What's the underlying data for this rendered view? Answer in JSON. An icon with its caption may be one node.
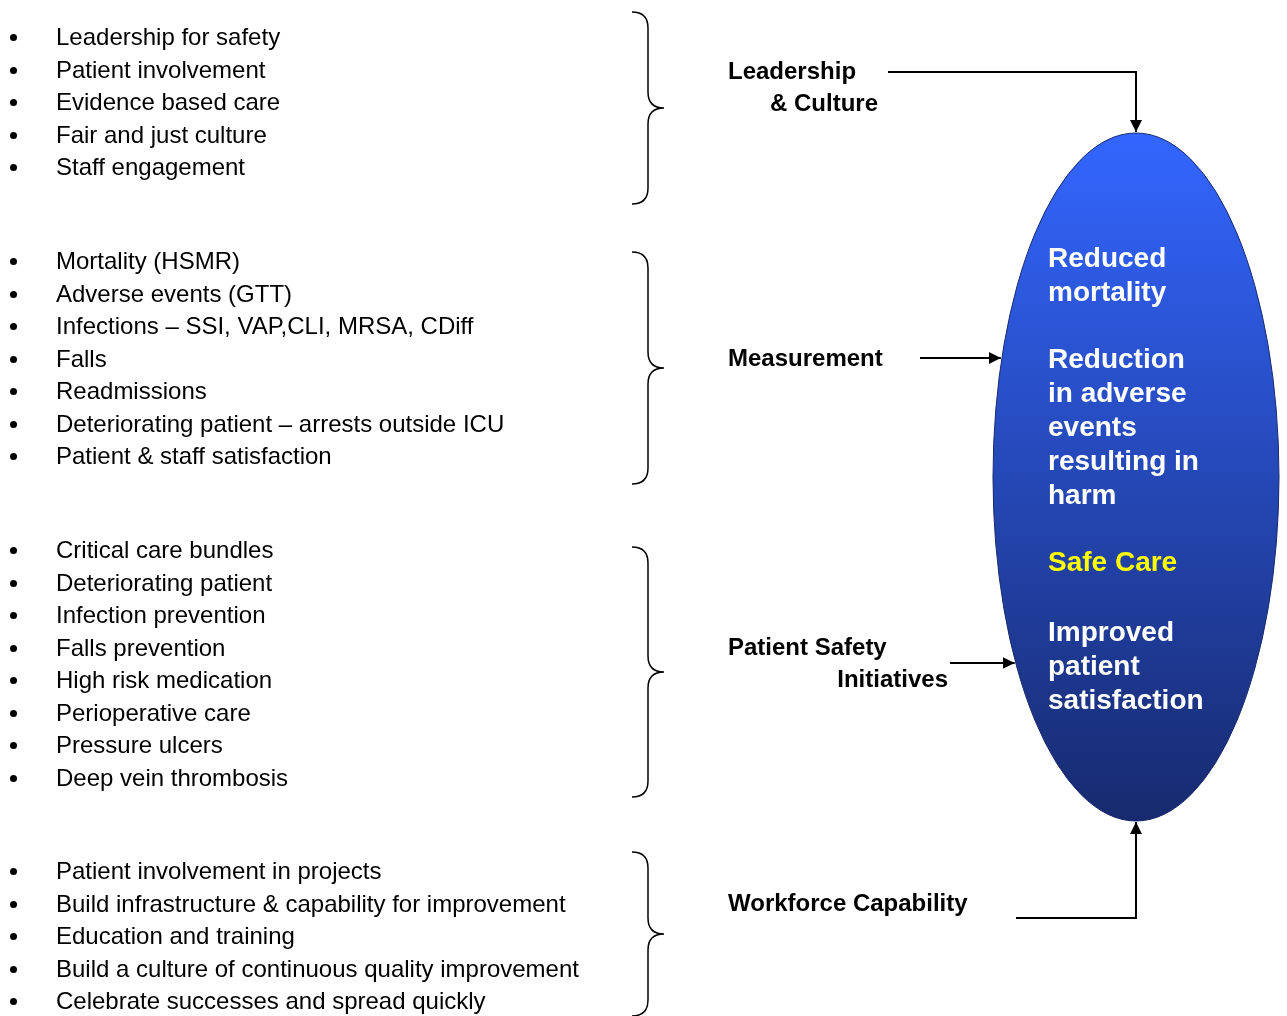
{
  "diagram": {
    "nodes": [
      {
        "text": [
          "Leadership & Culture"
        ]
      },
      {
        "text": [
          "Measurement"
        ]
      },
      {
        "text": [
          "Patient Safety Initiatives"
        ]
      },
      {
        "text": [
          "Workforce Capability"
        ]
      },
      {
        "text": [
          "Reduced mortality",
          "Reduction in adverse events resulting in harm",
          "Safe Care",
          "Improved patient satisfaction"
        ]
      }
    ],
    "edges": [
      {
        "from": 0,
        "to": 4,
        "arrow": "to"
      },
      {
        "from": 1,
        "to": 4,
        "arrow": "to"
      },
      {
        "from": 2,
        "to": 4,
        "arrow": "to"
      },
      {
        "from": 3,
        "to": 4,
        "arrow": "to"
      }
    ],
    "labels": [
      "Leadership for safety",
      "Patient involvement",
      "Evidence based care",
      "Fair and just culture",
      "Staff engagement",
      "Mortality (HSMR)",
      "Adverse events (GTT)",
      "Infections – SSI, VAP,CLI, MRSA, CDiff",
      "Falls",
      "Readmissions",
      "Deteriorating patient – arrests outside ICU",
      "Patient & staff satisfaction",
      "Critical care bundles",
      "Deteriorating patient",
      "Infection prevention",
      "Falls prevention",
      "High risk medication",
      "Perioperative care",
      "Pressure ulcers",
      "Deep vein thrombosis",
      "Patient involvement in projects",
      "Build infrastructure & capability for improvement",
      "Education and training",
      "Build a culture of continuous quality improvement",
      "Celebrate successes and spread quickly"
    ]
  }
}
